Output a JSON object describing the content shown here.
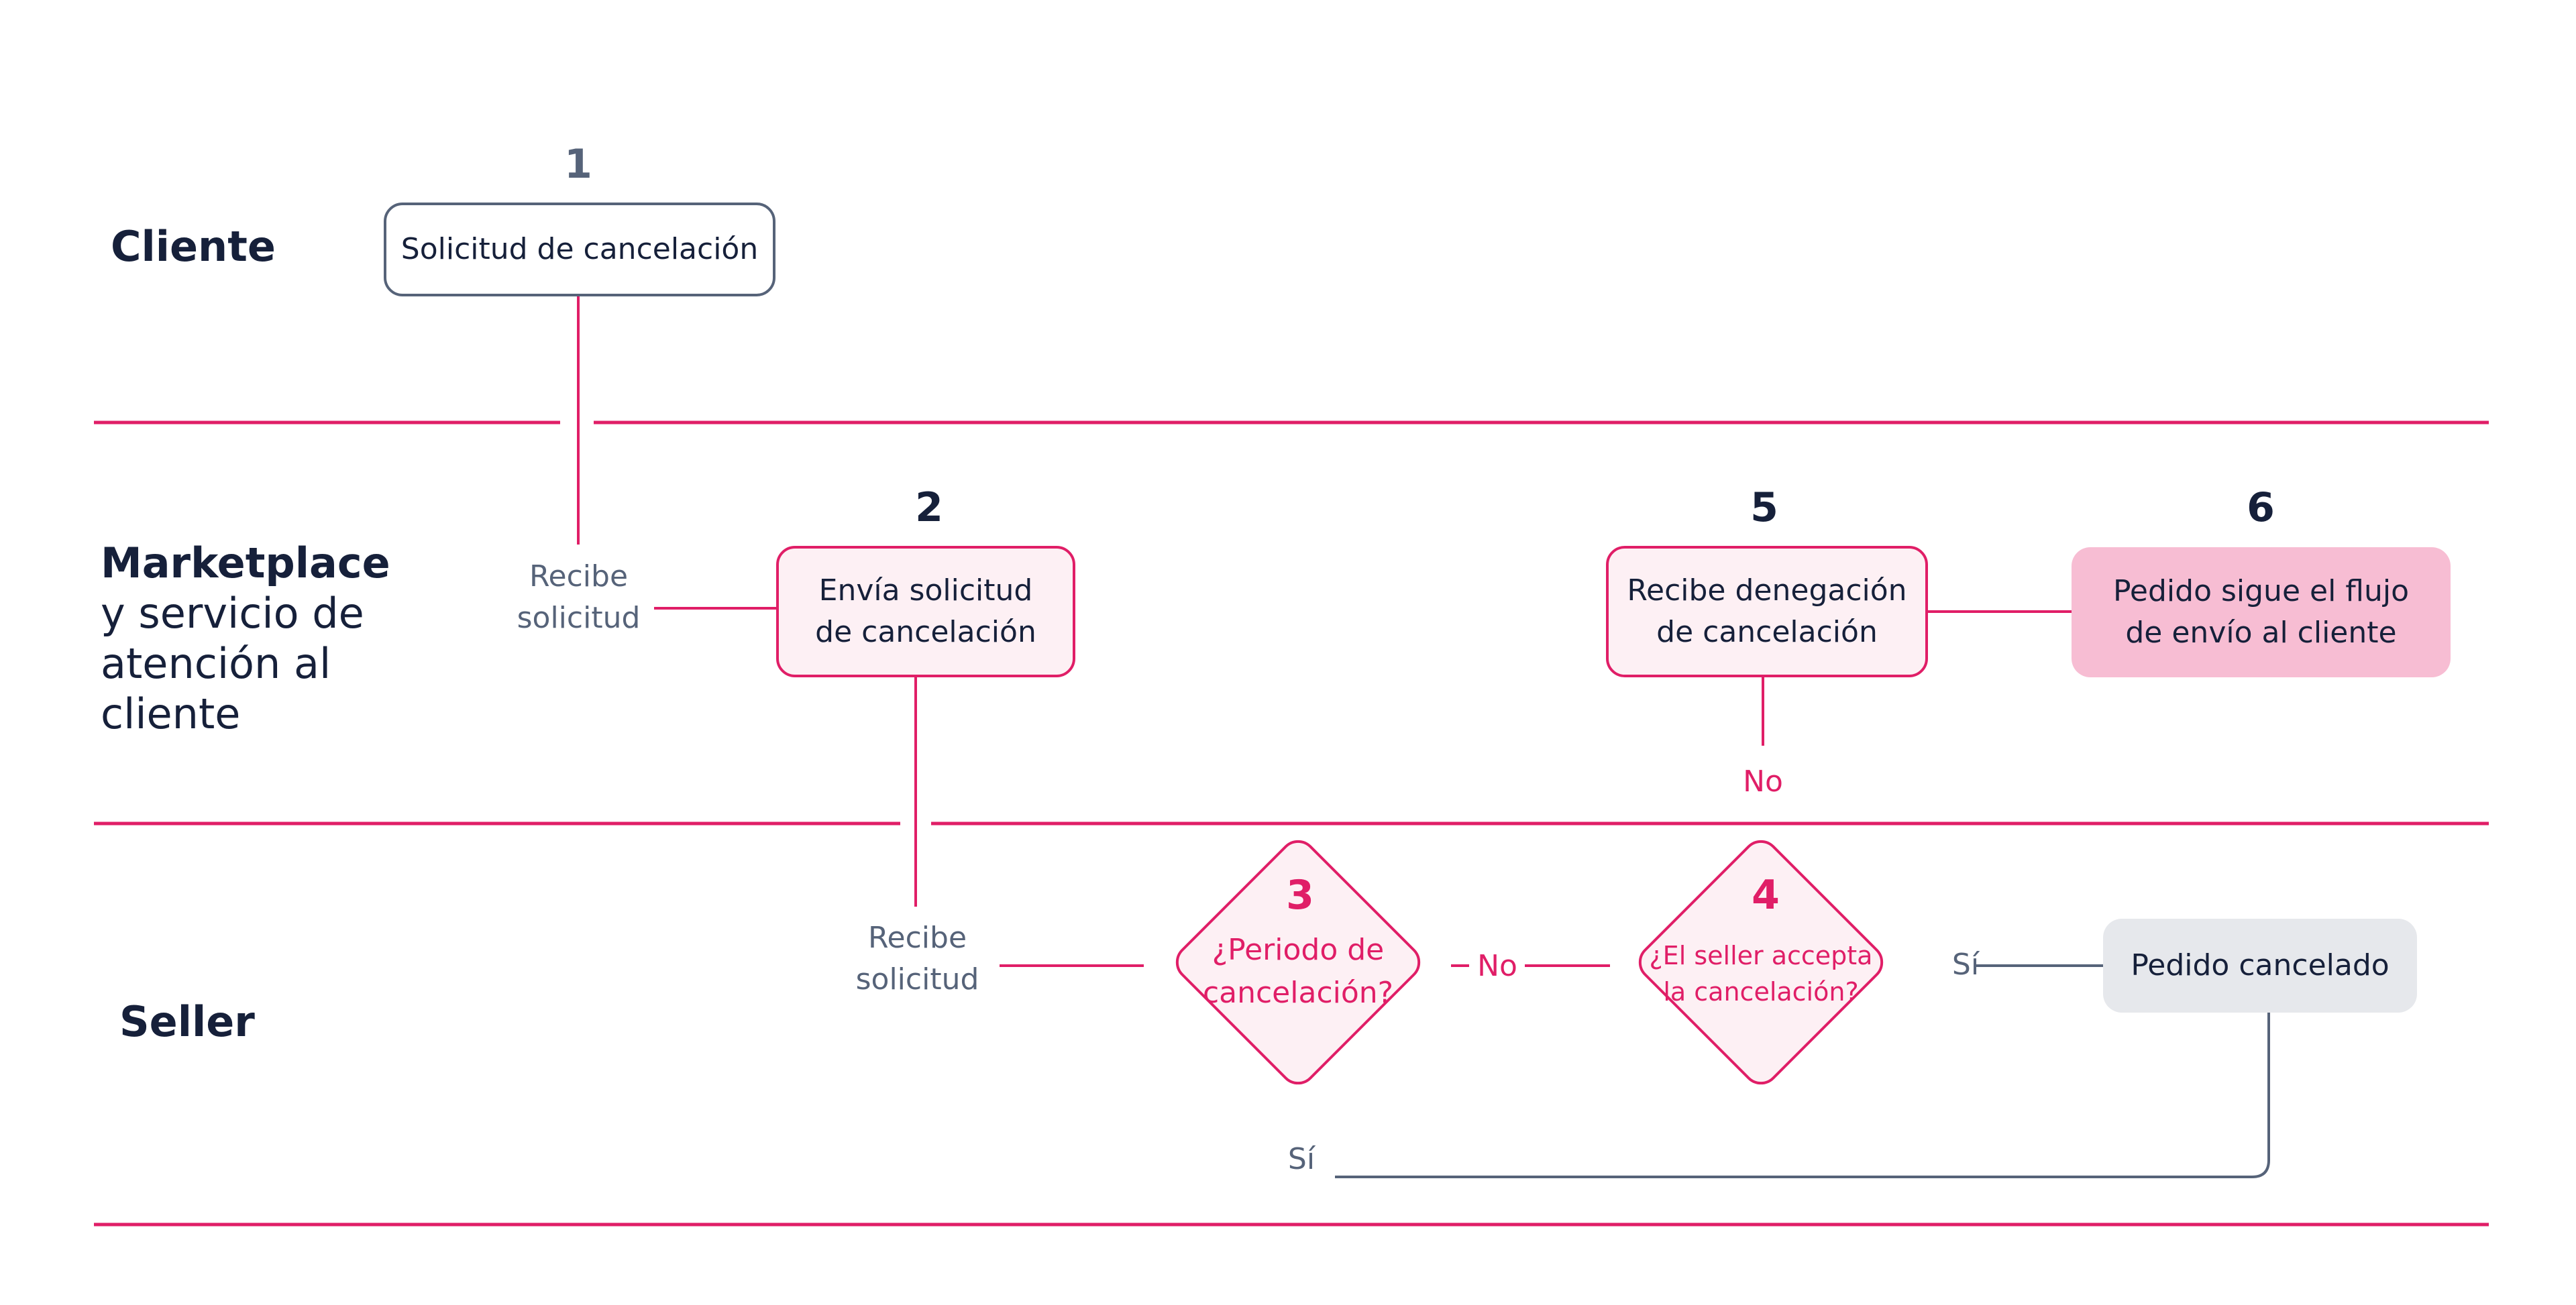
{
  "lanes": {
    "client": {
      "title": "Cliente"
    },
    "marketplace": {
      "title": "Marketplace",
      "subtitle": [
        "y servicio de",
        "atención al",
        "cliente"
      ]
    },
    "seller": {
      "title": "Seller"
    }
  },
  "steps": {
    "s1": {
      "number": "1",
      "text": "Solicitud de cancelación"
    },
    "s2": {
      "number": "2",
      "text": [
        "Envía solicitud",
        "de cancelación"
      ]
    },
    "s3": {
      "number": "3",
      "text": [
        "¿Periodo de",
        "cancelación?"
      ]
    },
    "s4": {
      "number": "4",
      "text": [
        "¿El seller accepta",
        "la cancelación?"
      ]
    },
    "s5": {
      "number": "5",
      "text": [
        "Recibe denegación",
        "de cancelación"
      ]
    },
    "s6": {
      "number": "6",
      "text": [
        "Pedido sigue el flujo",
        "de envío al cliente"
      ]
    },
    "cancelled": {
      "text": "Pedido cancelado"
    }
  },
  "edge_labels": {
    "receive_marketplace": [
      "Recibe",
      "solicitud"
    ],
    "receive_seller": [
      "Recibe",
      "solicitud"
    ],
    "no_3_to_4": "No",
    "no_4_to_5": "No",
    "yes_4": "Sí",
    "yes_3": "Sí"
  },
  "colors": {
    "accent": "#e01e67",
    "accent_light": "#fdf0f4",
    "accent_fill": "#f7bdd3",
    "neutral_line": "#566379",
    "neutral_fill": "#e6e8ec",
    "text_dark": "#16203a"
  }
}
